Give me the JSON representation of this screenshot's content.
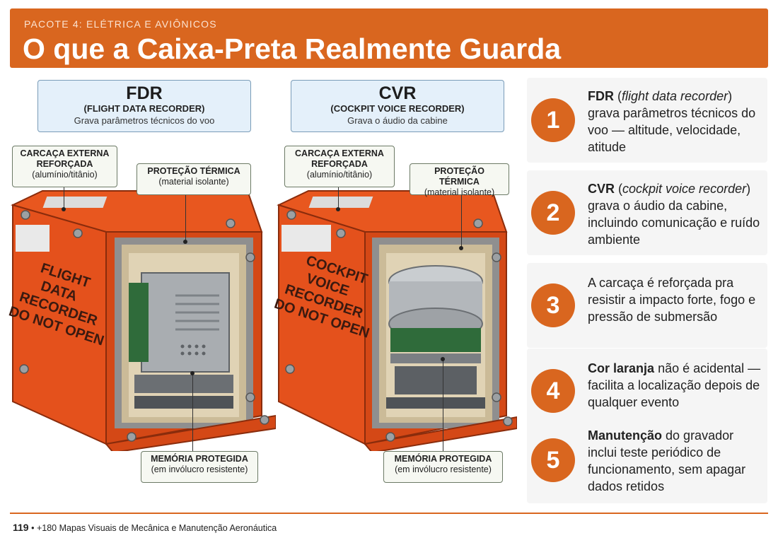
{
  "header": {
    "kicker": "PACOTE 4: ELÉTRICA E AVIÔNICOS",
    "title": "O que a Caixa-Preta Realmente Guarda"
  },
  "fdr": {
    "title": "FDR",
    "subtitle": "(FLIGHT DATA RECORDER)",
    "description": "Grava parâmetros técnicos do voo",
    "box_label": [
      "FLIGHT",
      "DATA",
      "RECORDER",
      "DO NOT OPEN"
    ],
    "callouts": {
      "shell_title": "CARCAÇA EXTERNA REFORÇADA",
      "shell_sub": "(alumínio/titânio)",
      "thermal_title": "PROTEÇÃO TÉRMICA",
      "thermal_sub": "(material isolante)",
      "memory_title": "MEMÓRIA PROTEGIDA",
      "memory_sub": "(em invólucro resistente)"
    }
  },
  "cvr": {
    "title": "CVR",
    "subtitle": "(COCKPIT VOICE RECORDER)",
    "description": "Grava o áudio da cabine",
    "box_label": [
      "COCKPIT",
      "VOICE",
      "RECORDER",
      "DO NOT OPEN"
    ],
    "callouts": {
      "shell_title": "CARCAÇA EXTERNA REFORÇADA",
      "shell_sub": "(alumínio/titânio)",
      "thermal_title": "PROTEÇÃO TÉRMICA",
      "thermal_sub": "(material isolante)",
      "memory_title": "MEMÓRIA PROTEGIDA",
      "memory_sub": "(em invólucro resistente)"
    }
  },
  "cards": [
    {
      "number": "1",
      "bold": "FDR",
      "italic": "flight data recorder",
      "text": "grava parâmetros técnicos do voo — altitude, velocidade, atitude"
    },
    {
      "number": "2",
      "bold": "CVR",
      "italic": "cockpit voice recorder",
      "text": "grava o áudio da cabine, incluindo comunicação e ruído ambiente"
    },
    {
      "number": "3",
      "bold": "",
      "italic": "",
      "text": "A carcaça é reforçada pra resistir a impacto forte, fogo e pressão de submersão"
    },
    {
      "number": "4",
      "bold": "Cor laranja",
      "italic": "",
      "text": "não é acidental — facilita a localização depois de qualquer evento"
    },
    {
      "number": "5",
      "bold": "Manutenção",
      "italic": "",
      "text": "do gravador inclui teste periódico de funcionamento, sem apagar dados retidos"
    }
  ],
  "footer": {
    "page_number": "119",
    "bullet": "•",
    "book_title": "+180 Mapas Visuais de Mecânica e Manutenção Aeronáutica"
  },
  "colors": {
    "accent": "#d9661f",
    "box_orange": "#e4511c",
    "header_box_bg": "#e4f0fa"
  }
}
